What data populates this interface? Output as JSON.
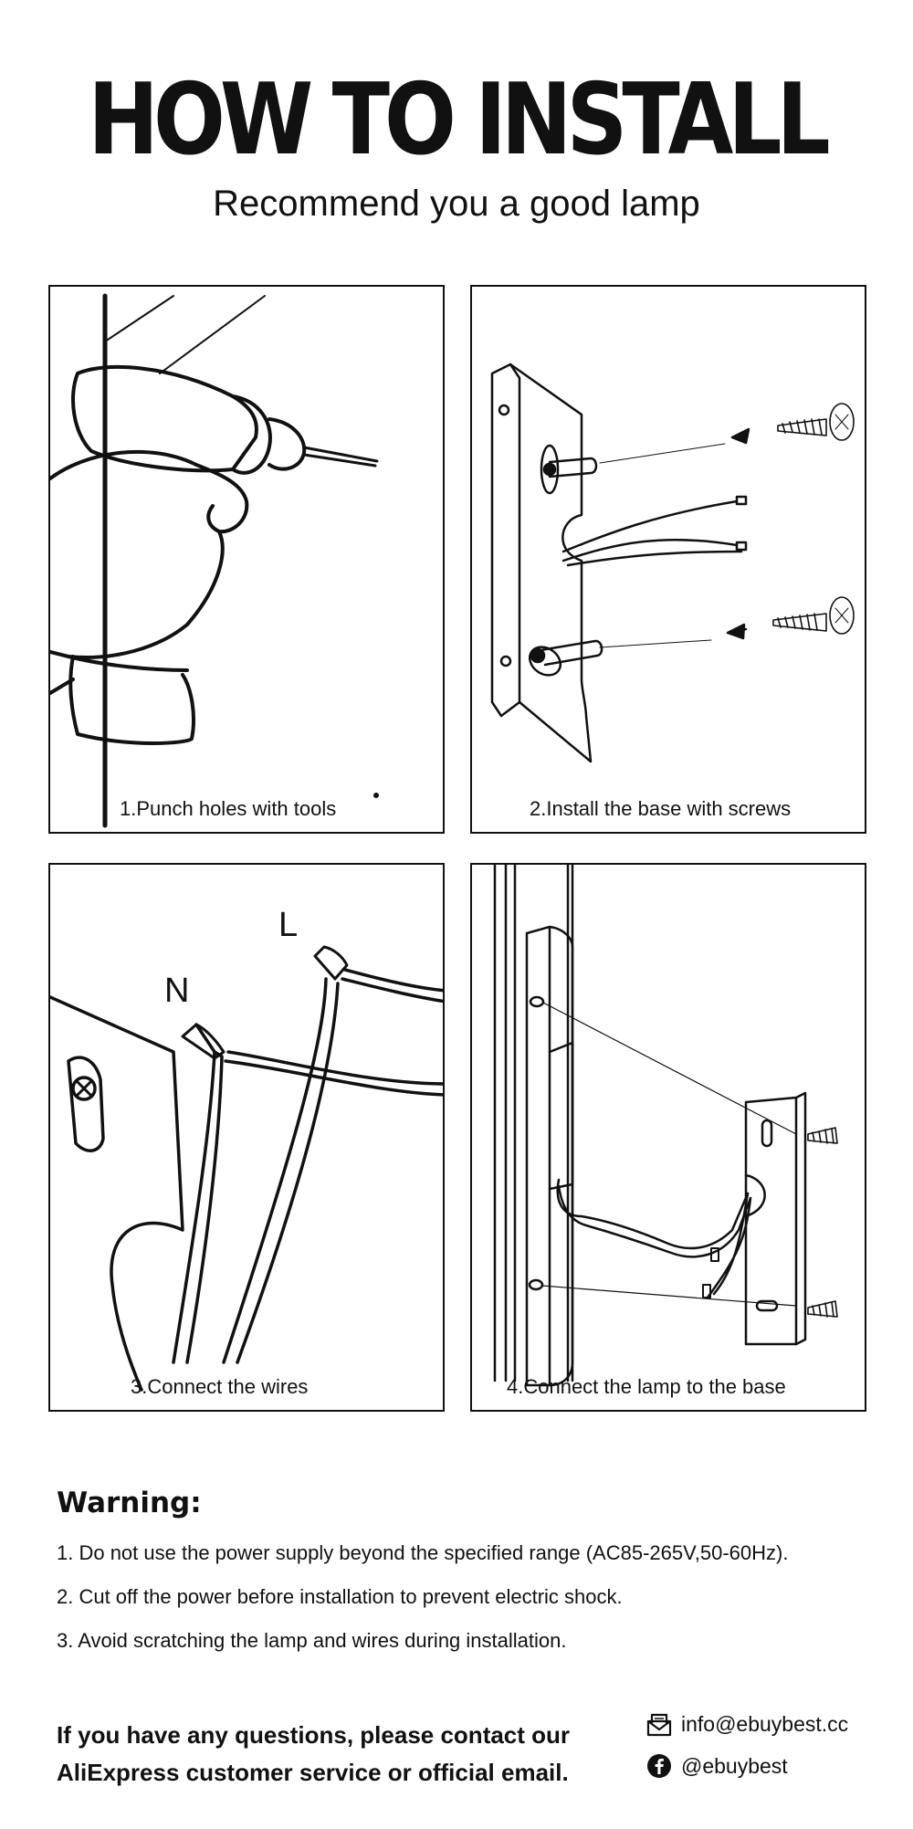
{
  "header": {
    "title": "HOW TO INSTALL",
    "subtitle": "Recommend you a good lamp"
  },
  "steps": [
    {
      "caption": "1.Punch holes with tools",
      "icon": "drill-illustration"
    },
    {
      "caption": "2.Install the base with screws",
      "icon": "base-screws-illustration"
    },
    {
      "caption": "3.Connect the wires",
      "icon": "wires-illustration",
      "labels": {
        "n": "N",
        "l": "L"
      }
    },
    {
      "caption": "4.Connect the lamp to the base",
      "icon": "lamp-base-illustration"
    }
  ],
  "warning": {
    "title": "Warning:",
    "items": [
      "1. Do not use the power supply beyond the specified range (AC85-265V,50-60Hz).",
      "2. Cut off the power before installation to prevent electric shock.",
      "3. Avoid scratching the lamp and wires during installation."
    ]
  },
  "contact": {
    "line1": "If you have any questions, please contact our",
    "line2": "AliExpress customer service or official email.",
    "email": "info@ebuybest.cc",
    "facebook": "@ebuybest",
    "email_icon": "envelope-icon",
    "facebook_icon": "facebook-icon"
  }
}
